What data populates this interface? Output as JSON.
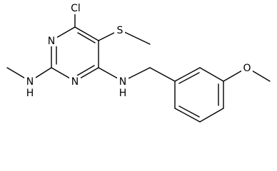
{
  "molecule": {
    "atoms": {
      "cl": "Cl",
      "s": "S",
      "n_ring_top": "N",
      "n_ring_bottom": "N",
      "nh_methylamino_n": "N",
      "nh_methylamino_h": "H",
      "nh_benzyl_n": "N",
      "nh_benzyl_h": "H",
      "o_methoxy": "O"
    }
  }
}
